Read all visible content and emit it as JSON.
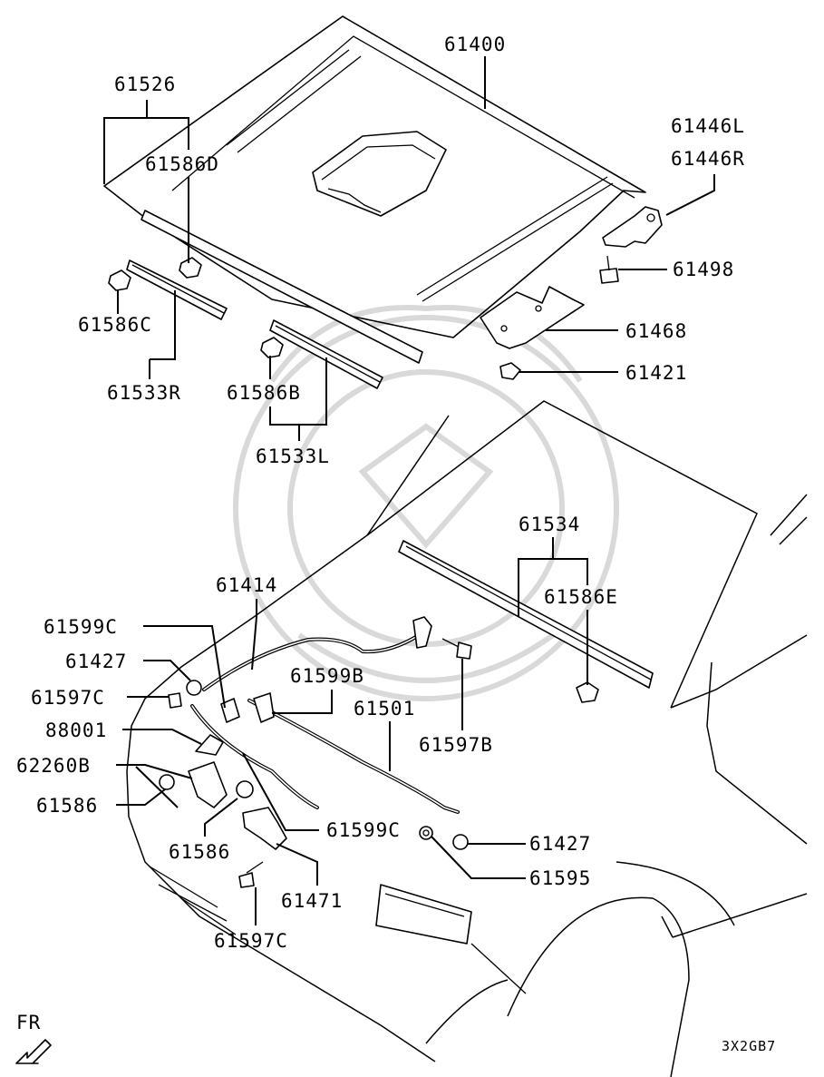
{
  "diagram": {
    "labels": [
      {
        "id": "61400",
        "text": "61400"
      },
      {
        "id": "61526",
        "text": "61526"
      },
      {
        "id": "61586D",
        "text": "61586D"
      },
      {
        "id": "61446L",
        "text": "61446L"
      },
      {
        "id": "61446R",
        "text": "61446R"
      },
      {
        "id": "61498",
        "text": "61498"
      },
      {
        "id": "61468",
        "text": "61468"
      },
      {
        "id": "61421",
        "text": "61421"
      },
      {
        "id": "61586C",
        "text": "61586C"
      },
      {
        "id": "61533R",
        "text": "61533R"
      },
      {
        "id": "61586B",
        "text": "61586B"
      },
      {
        "id": "61533L",
        "text": "61533L"
      },
      {
        "id": "61534",
        "text": "61534"
      },
      {
        "id": "61586E",
        "text": "61586E"
      },
      {
        "id": "61414",
        "text": "61414"
      },
      {
        "id": "61599C-a",
        "text": "61599C"
      },
      {
        "id": "61427-a",
        "text": "61427"
      },
      {
        "id": "61597C-a",
        "text": "61597C"
      },
      {
        "id": "61599B",
        "text": "61599B"
      },
      {
        "id": "61501",
        "text": "61501"
      },
      {
        "id": "61597B",
        "text": "61597B"
      },
      {
        "id": "88001",
        "text": "88001"
      },
      {
        "id": "62260B",
        "text": "62260B"
      },
      {
        "id": "61586-a",
        "text": "61586"
      },
      {
        "id": "61586-b",
        "text": "61586"
      },
      {
        "id": "61599C-b",
        "text": "61599C"
      },
      {
        "id": "61427-b",
        "text": "61427"
      },
      {
        "id": "61595",
        "text": "61595"
      },
      {
        "id": "61471",
        "text": "61471"
      },
      {
        "id": "61597C-b",
        "text": "61597C"
      }
    ],
    "direction_label": "FR",
    "drawing_code": "3X2GB7"
  }
}
